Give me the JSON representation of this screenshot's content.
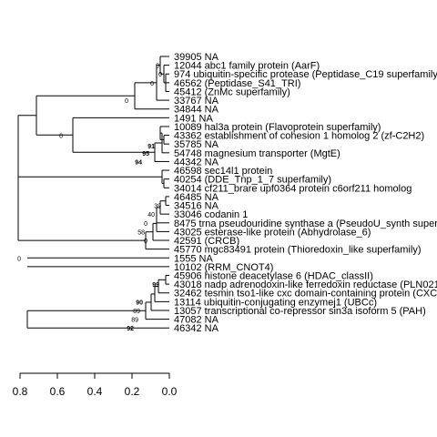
{
  "tree": {
    "leaves": [
      "39905 NA",
      "12044 abc1 family protein (AarF)",
      "974 ubiquitin-specific protease (Peptidase_C19 superfamily)",
      "46562 (Peptidase_S41_TRI)",
      "45412 (ZnMc superfamily)",
      "33767 NA",
      "34844 NA",
      "1491 NA",
      "10089 hal3a protein (Flavoprotein superfamily)",
      "43362 establishment of cohesion 1 homolog 2 (zf-C2H2)",
      "35785 NA",
      "54748 magnesium transporter (MgtE)",
      "44342 NA",
      "46598 sec14l1 protein",
      "40254 (DDE_Tnp_1_7 superfamily)",
      "34014 cf211_brare upf0364 protein c6orf211 homolog",
      "46485 NA",
      "34516 NA",
      "33046 codanin 1",
      "8475 trna pseudouridine synthase a (PseudoU_synth superfamily)",
      "43025 esterase-like protein (Abhydrolase_6)",
      "42591 (CRCB)",
      "45770 mgc83491 protein (Thioredoxin_like superfamily)",
      "1555 NA",
      "10102 (RRM_CNOT4)",
      "45906 histone deacetylase 6 (HDAC_classII)",
      "43018 nadp adrenodoxin-like ferredoxin reductase (PLN02172)",
      "32462 tesmin tso1-like cxc domain-containing protein (CXC)",
      "13114 ubiquitin-conjugating enzymej1 (UBCc)",
      "13057 transcriptional co-repressor sin3a isoform 5 (PAH)",
      "47082 NA",
      "46342 NA"
    ],
    "support_labels": [
      {
        "text": "0",
        "bold": false
      },
      {
        "text": "0",
        "bold": false
      },
      {
        "text": "0",
        "bold": false
      },
      {
        "text": "0",
        "bold": false
      },
      {
        "text": "0",
        "bold": false
      },
      {
        "text": "91",
        "bold": true
      },
      {
        "text": "95",
        "bold": true
      },
      {
        "text": "94",
        "bold": true
      },
      {
        "text": "39",
        "bold": false
      },
      {
        "text": "40",
        "bold": false
      },
      {
        "text": "0",
        "bold": false
      },
      {
        "text": "58",
        "bold": false
      },
      {
        "text": "0",
        "bold": false
      },
      {
        "text": "0",
        "bold": false
      },
      {
        "text": "99",
        "bold": true
      },
      {
        "text": "90",
        "bold": true
      },
      {
        "text": "89",
        "bold": false
      },
      {
        "text": "89",
        "bold": false
      },
      {
        "text": "92",
        "bold": true
      }
    ],
    "axis": {
      "ticks": [
        "0.8",
        "0.6",
        "0.4",
        "0.2",
        "0.0"
      ]
    }
  }
}
